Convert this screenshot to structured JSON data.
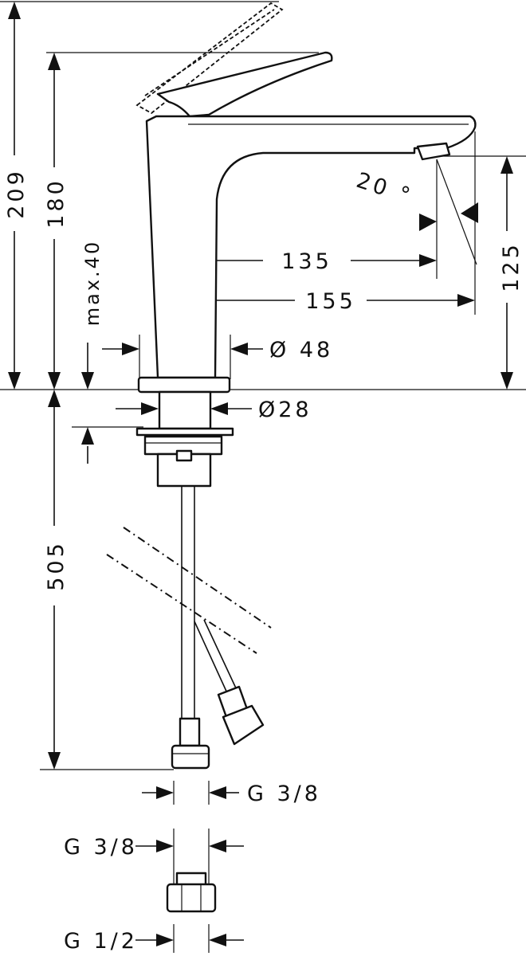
{
  "dimensions": {
    "total_height": "209",
    "spout_top_height": "180",
    "max_deck": "max.40",
    "spout_outlet_height": "125",
    "angle": "20 °",
    "reach_inner": "135",
    "reach_outer": "155",
    "base_diameter": "Ø 48",
    "shank_diameter": "Ø28",
    "hose_length": "505",
    "hose_thread": "G 3/8",
    "adapter_in": "G 3/8",
    "adapter_out": "G 1/2"
  }
}
